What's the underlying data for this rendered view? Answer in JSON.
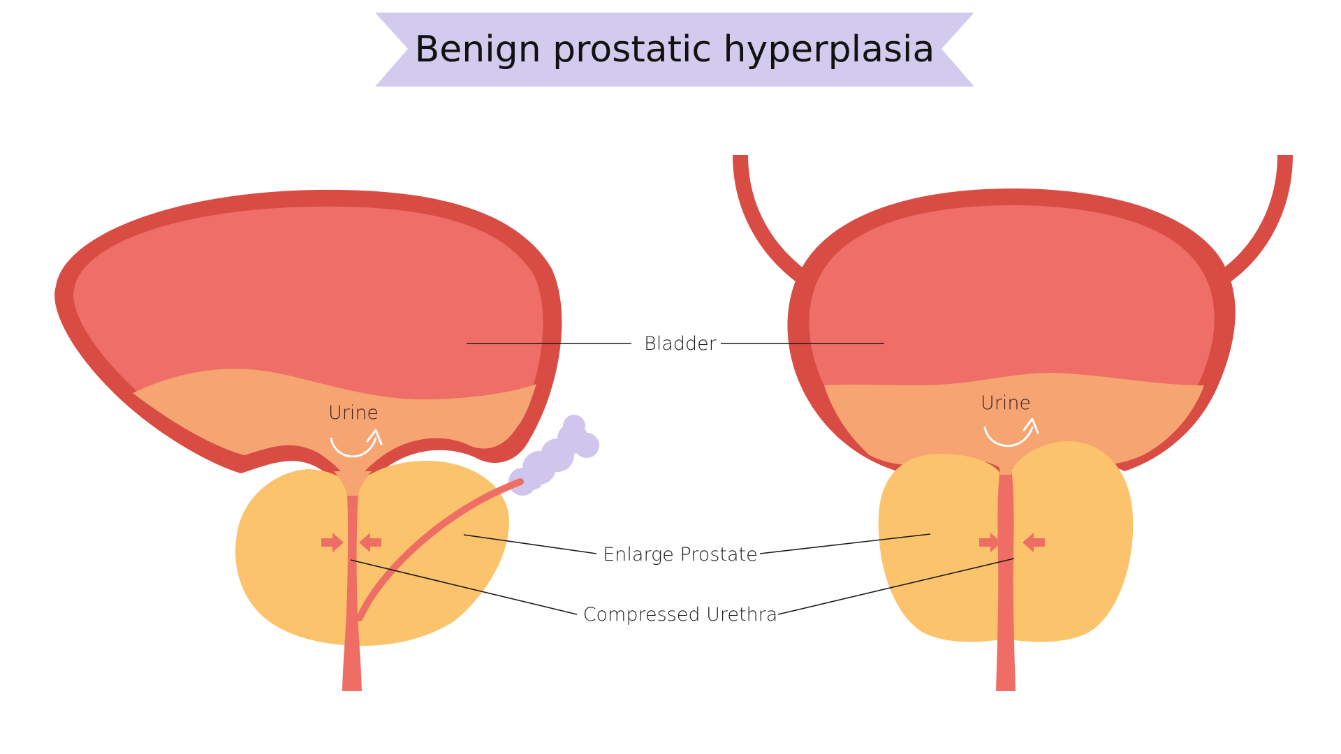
{
  "title": "Benign prostatic hyperplasia",
  "labels": {
    "bladder": "Bladder",
    "enlarge_prostate": "Enlarge Prostate",
    "compressed_urethra": "Compressed Urethra"
  },
  "left_figure": {
    "urine_label": "Urine"
  },
  "right_figure": {
    "urine_label": "Urine"
  },
  "colors": {
    "banner": "#d3cbed",
    "bladder_wall": "#d84c44",
    "bladder_inner": "#ef6f68",
    "urine": "#f6a472",
    "prostate": "#fbc36b",
    "urethra": "#ee6e66",
    "seminal_vesicle": "#cfc5ed",
    "arrow": "#ee6e66"
  }
}
